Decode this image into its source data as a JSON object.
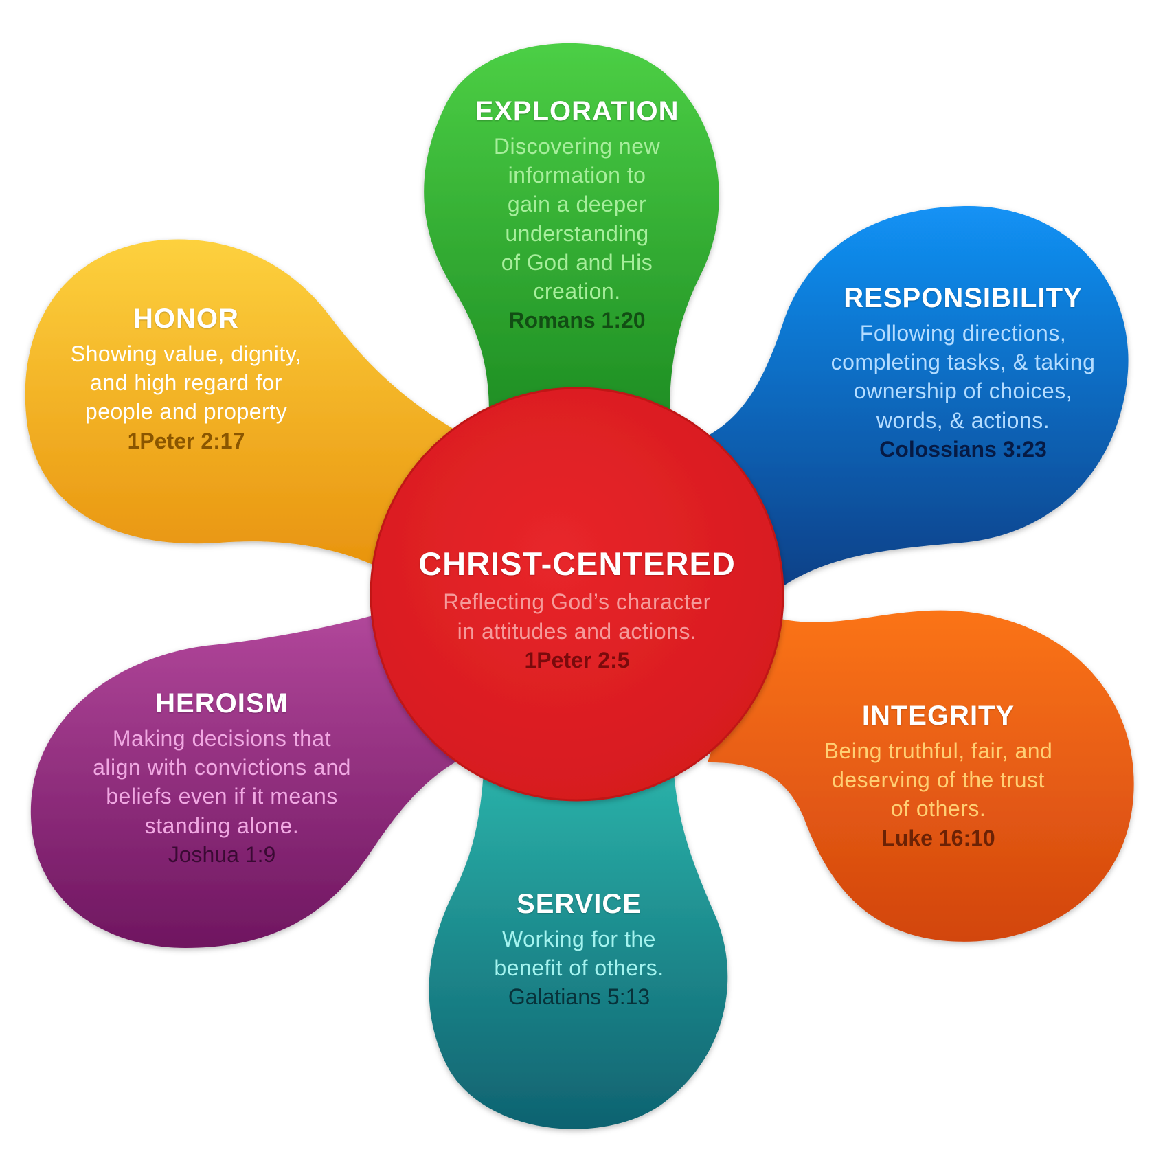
{
  "center": {
    "title": "CHRIST-CENTERED",
    "desc_lines": [
      "Reflecting God’s character",
      "in attitudes and actions."
    ],
    "ref": "1Peter 2:5",
    "color": "#e01e22",
    "desc_color": "#f59a9a",
    "ref_color": "#7a0a0c"
  },
  "petals": [
    {
      "id": "exploration",
      "title": "EXPLORATION",
      "desc_lines": [
        "Discovering new",
        "information to",
        "gain a deeper",
        "understanding",
        "of God and His",
        "creation."
      ],
      "ref": "Romans 1:20",
      "ref_bold": true,
      "color_top": "#4ccf45",
      "color_bottom": "#1f8f24",
      "desc_color": "#a7ee9c",
      "ref_color": "#124d14"
    },
    {
      "id": "responsibility",
      "title": "RESPONSIBILITY",
      "desc_lines": [
        "Following directions,",
        "completing tasks, & taking",
        "ownership of choices,",
        "words, & actions."
      ],
      "ref": "Colossians 3:23",
      "ref_bold": true,
      "color_top": "#1292f5",
      "color_bottom": "#0a3f86",
      "desc_color": "#b3dcff",
      "ref_color": "#061a44"
    },
    {
      "id": "integrity",
      "title": "INTEGRITY",
      "desc_lines": [
        "Being truthful, fair, and",
        "deserving of the trust",
        "of others."
      ],
      "ref": "Luke 16:10",
      "ref_bold": true,
      "color_top": "#fb7419",
      "color_bottom": "#d2450e",
      "desc_color": "#ffcf73",
      "ref_color": "#6b2205"
    },
    {
      "id": "service",
      "title": "SERVICE",
      "desc_lines": [
        "Working for the",
        "benefit of others."
      ],
      "ref": "Galatians 5:13",
      "ref_bold": false,
      "color_top": "#2bb3aa",
      "color_bottom": "#0f6270",
      "desc_color": "#a4f3ef",
      "ref_color": "#08323a"
    },
    {
      "id": "heroism",
      "title": "HEROISM",
      "desc_lines": [
        "Making decisions that",
        "align with convictions and",
        "beliefs even if it means",
        "standing alone."
      ],
      "ref": "Joshua 1:9",
      "ref_bold": false,
      "color_top": "#b3489c",
      "color_bottom": "#6f1660",
      "desc_color": "#f0a8e2",
      "ref_color": "#3a0a33"
    },
    {
      "id": "honor",
      "title": "HONOR",
      "desc_lines": [
        "Showing value, dignity,",
        "and high regard for",
        "people and property"
      ],
      "ref": "1Peter 2:17",
      "ref_bold": true,
      "color_top": "#fdd13e",
      "color_bottom": "#e8930e",
      "desc_color": "#ffffff",
      "ref_color": "#8a5600"
    }
  ]
}
